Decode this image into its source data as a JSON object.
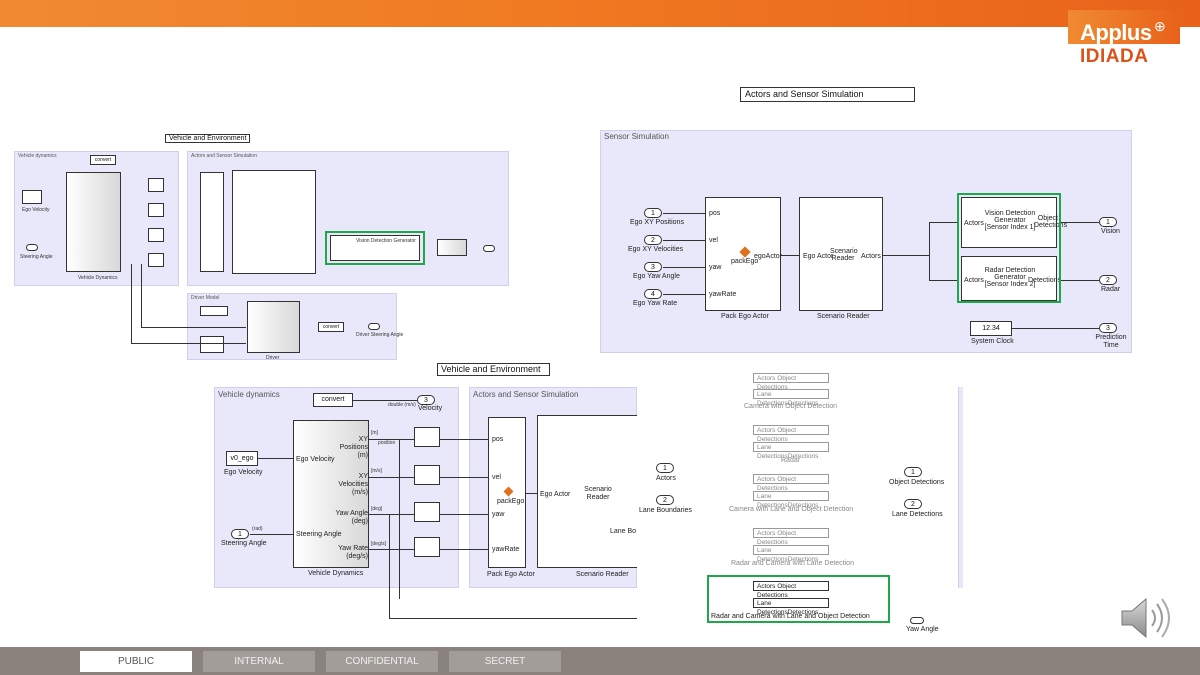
{
  "slide": {
    "logo_line1": "Applus",
    "logo_line2": "IDIADA",
    "logo_plus": "⊕"
  },
  "top_left_diagram": {
    "title": "Vehicle and Environment",
    "vehicle_dynamics_label": "Vehicle dynamics",
    "actors_label": "Actors and Sensor Simulation",
    "driver_label": "Driver Model",
    "ego_velocity": "Ego Velocity",
    "steering_angle": "Steering Angle",
    "vehicle_dynamics_block": "Vehicle Dynamics",
    "convert": "convert",
    "vision_block": "Vision Detection Generator",
    "driver_block": "Driver",
    "driver_steering": "Driver Steering Angle"
  },
  "right_diagram": {
    "title": "Actors and Sensor Simulation",
    "panel_label": "Sensor Simulation",
    "inputs": [
      {
        "num": "1",
        "label": "Ego XY Positions"
      },
      {
        "num": "2",
        "label": "Ego XY Velocities"
      },
      {
        "num": "3",
        "label": "Ego Yaw Angle"
      },
      {
        "num": "4",
        "label": "Ego Yaw Rate"
      }
    ],
    "pack_block_ports": [
      "pos",
      "vel",
      "yaw",
      "yawRate"
    ],
    "pack_block_fn": "packEgo",
    "pack_block_out": "egoActor",
    "pack_block_label": "Pack Ego Actor",
    "scenario_in": "Ego Actor",
    "scenario_center": "Scenario Reader",
    "scenario_out": "Actors",
    "scenario_label": "Scenario Reader",
    "vision_in": "Actors",
    "vision_text": "Vision Detection Generator [Sensor Index 1]",
    "vision_out": "Object Detections",
    "radar_in": "Actors",
    "radar_text": "Radar Detection Generator [Sensor Index 2]",
    "radar_out": "Detections",
    "outputs": [
      {
        "num": "1",
        "label": "Vision"
      },
      {
        "num": "2",
        "label": "Radar"
      },
      {
        "num": "3",
        "label": "Prediction Time"
      }
    ],
    "clock_value": "12.34",
    "clock_label": "System Clock"
  },
  "bottom_diagram": {
    "title": "Vehicle and Environment",
    "vehicle_dynamics_label": "Vehicle dynamics",
    "actors_label": "Actors and Sensor Simulation",
    "ego_velocity_block": "v0_ego",
    "ego_velocity": "Ego Velocity",
    "steering_num": "1",
    "steering_label": "Steering Angle",
    "steering_unit": "(rad)",
    "vd_inputs": [
      "Ego Velocity",
      "Steering Angle"
    ],
    "vd_outputs": [
      "XY Positions (m)",
      "XY Velocities (m/s)",
      "Yaw Angle (deg)",
      "Yaw Rate (deg/s)"
    ],
    "vd_label": "Vehicle Dynamics",
    "signals": [
      "[m]",
      "position",
      "[m/s]",
      "[deg]",
      "[deg/s]"
    ],
    "convert": "convert",
    "double_hint": "double (m/s)",
    "velocity_num": "3",
    "velocity_label": "Velocity",
    "pack_ports": [
      "pos",
      "vel",
      "yaw",
      "yawRate"
    ],
    "pack_fn": "packEgo",
    "pack_label": "Pack Ego Actor",
    "scenario_in": "Ego Actor",
    "scenario_center": "Scenario Reader",
    "scenario_partial": "Lane Bo",
    "scenario_label": "Scenario Reader"
  },
  "variant_list": {
    "items": [
      {
        "ports": [
          "Actors Object Detections",
          "Lane DetectionsDetections"
        ],
        "label": "Camera with Object Detection"
      },
      {
        "ports": [
          "Actors Object Detections",
          "Lane DetectionsDetections"
        ],
        "label": "Radar"
      },
      {
        "ports": [
          "Actors Object Detections",
          "Lane DetectionsDetections"
        ],
        "label": "Camera with Lane and Object Detection"
      },
      {
        "ports": [
          "Actors Object Detections",
          "Lane DetectionsDetections"
        ],
        "label": "Radar and Camera with Lane Detection"
      },
      {
        "ports": [
          "Actors Object Detections",
          "Lane DetectionsDetections"
        ],
        "label": "Radar and Camera with Lane and Object Detection"
      }
    ],
    "in_ports": [
      {
        "num": "1",
        "label": "Actors"
      },
      {
        "num": "2",
        "label": "Lane Boundaries"
      }
    ],
    "out_ports": [
      {
        "num": "1",
        "label": "Object Detections"
      },
      {
        "num": "2",
        "label": "Lane Detections"
      }
    ],
    "yaw_label": "Yaw Angle"
  },
  "classification_tabs": [
    "PUBLIC",
    "INTERNAL",
    "CONFIDENTIAL",
    "SECRET"
  ]
}
